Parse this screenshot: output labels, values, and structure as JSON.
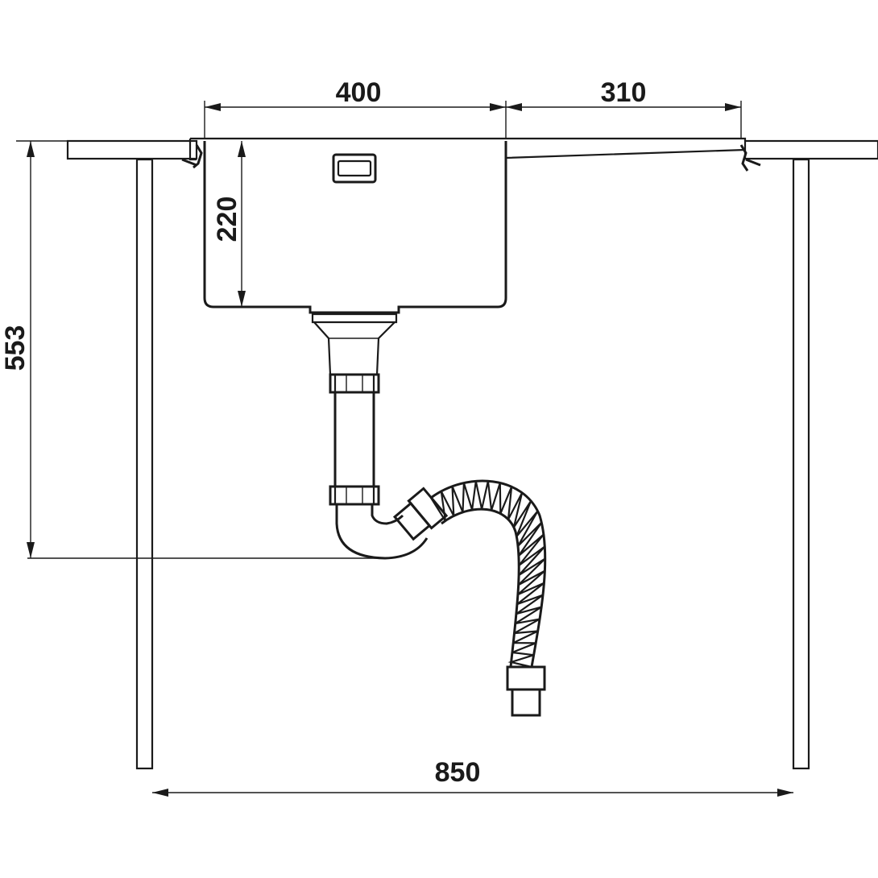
{
  "diagram": {
    "dimensions": {
      "bowl_width": "400",
      "drainer_width": "310",
      "bowl_depth": "220",
      "trap_height": "553",
      "cabinet_width": "850"
    },
    "colors": {
      "line": "#1a1a1a",
      "background": "#ffffff"
    }
  }
}
